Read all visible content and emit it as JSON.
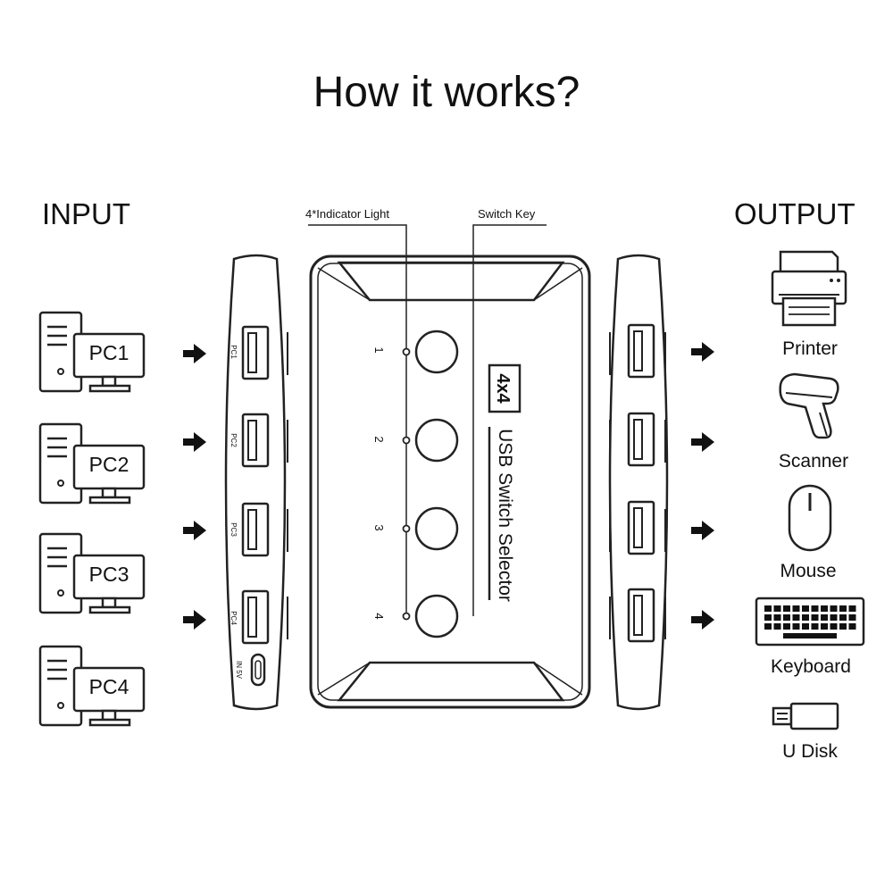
{
  "title": "How it works?",
  "input_label": "INPUT",
  "output_label": "OUTPUT",
  "callouts": {
    "indicator": "4*Indicator Light",
    "switch_key": "Switch Key"
  },
  "pcs": [
    {
      "label": "PC1"
    },
    {
      "label": "PC2"
    },
    {
      "label": "PC3"
    },
    {
      "label": "PC4"
    }
  ],
  "input_ports": [
    {
      "label": "PC1"
    },
    {
      "label": "PC2"
    },
    {
      "label": "PC3"
    },
    {
      "label": "PC4"
    }
  ],
  "power_port_label": "IN 5V",
  "selector": {
    "badge": "4x4",
    "name": "USB Switch Selector",
    "channels": [
      "1",
      "2",
      "3",
      "4"
    ]
  },
  "devices": [
    {
      "label": "Printer",
      "icon": "printer-icon"
    },
    {
      "label": "Scanner",
      "icon": "scanner-icon"
    },
    {
      "label": "Mouse",
      "icon": "mouse-icon"
    },
    {
      "label": "Keyboard",
      "icon": "keyboard-icon"
    },
    {
      "label": "U Disk",
      "icon": "usb-disk-icon"
    }
  ]
}
